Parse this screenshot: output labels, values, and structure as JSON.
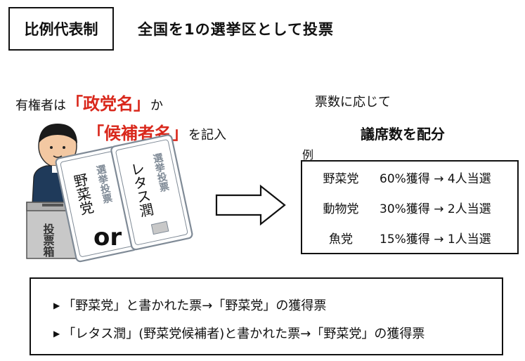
{
  "header": {
    "title": "比例代表制",
    "subtitle": "全国を1の選挙区として投票"
  },
  "left": {
    "line1_prefix": "有権者は",
    "line1_highlight": "「政党名」",
    "line1_suffix": "か",
    "line2_highlight": "「候補者名」",
    "line2_suffix": "を記入",
    "ballot_box_label": "投票箱",
    "ballot_header": "選挙投票",
    "ballot1_text": "野菜党",
    "ballot2_text": "レタス潤",
    "or_label": "or"
  },
  "right": {
    "line1": "票数に応じて",
    "heading": "議席数を配分",
    "example_label": "例",
    "results": [
      {
        "party": "野菜党",
        "result": "60%獲得 → 4人当選"
      },
      {
        "party": "動物党",
        "result": "30%獲得 → 2人当選"
      },
      {
        "party": "魚党",
        "result": "15%獲得 → 1人当選"
      }
    ]
  },
  "notes": [
    "「野菜党」と書かれた票→「野菜党」の獲得票",
    "「レタス潤」(野菜党候補者)と書かれた票→「野菜党」の獲得票"
  ],
  "colors": {
    "highlight": "#d9281c",
    "ballot_outline": "#7f8a96",
    "box_gray": "#c8c8c8",
    "skin": "#f3c8a2",
    "uniform": "#1f3a5a"
  }
}
